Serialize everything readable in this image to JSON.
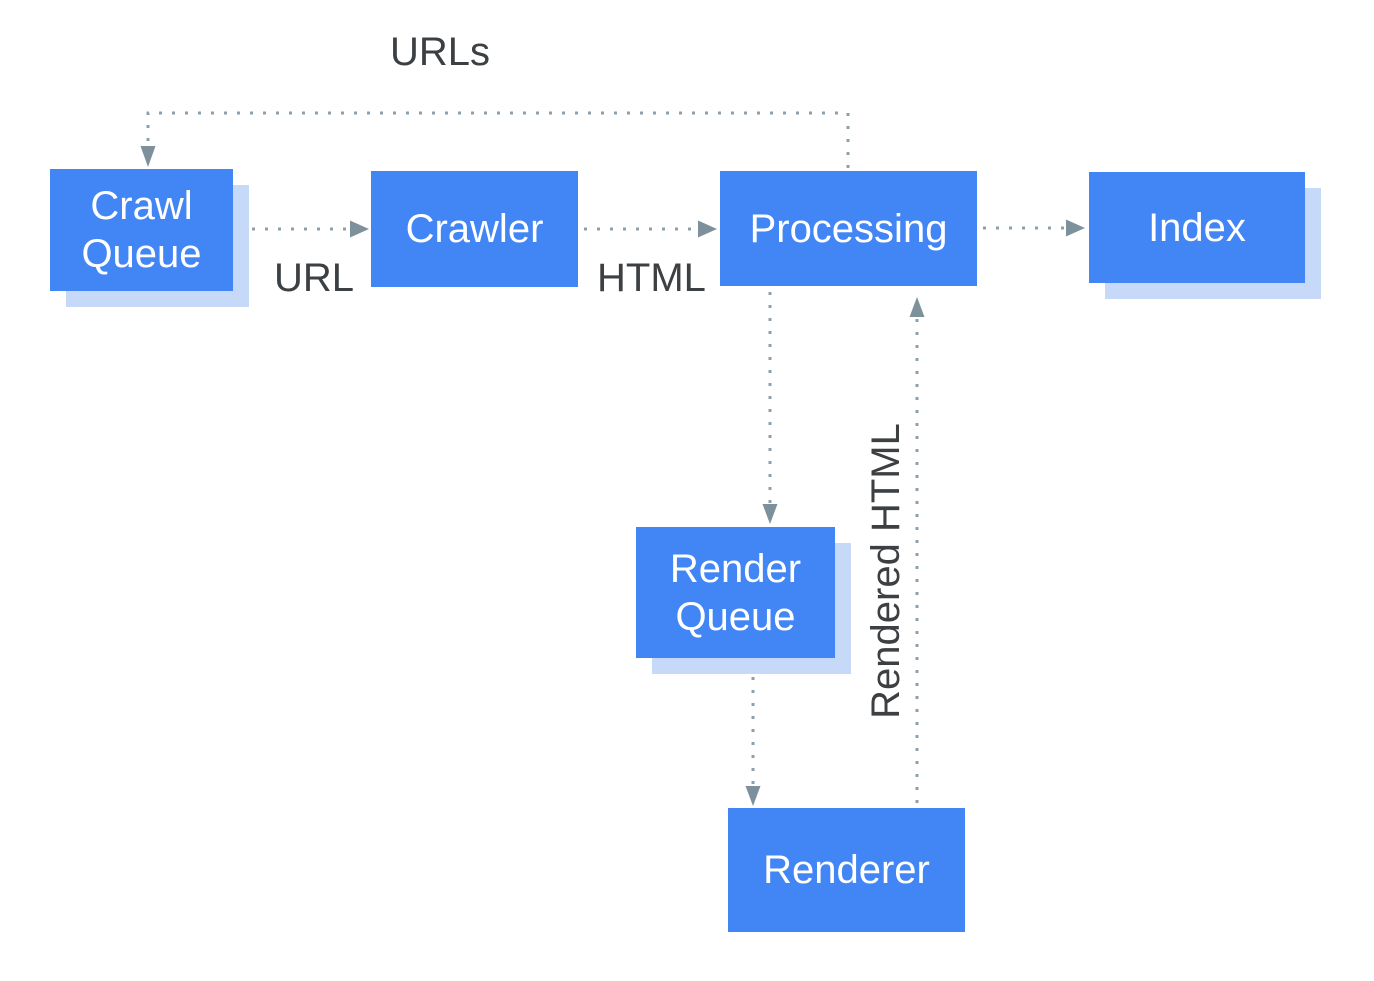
{
  "nodes": {
    "crawl_queue": {
      "label": "Crawl Queue",
      "style": "stacked"
    },
    "crawler": {
      "label": "Crawler",
      "style": "plain"
    },
    "processing": {
      "label": "Processing",
      "style": "plain"
    },
    "index": {
      "label": "Index",
      "style": "stacked"
    },
    "render_queue": {
      "label": "Render Queue",
      "style": "stacked"
    },
    "renderer": {
      "label": "Renderer",
      "style": "plain"
    }
  },
  "edges": {
    "processing_to_crawl_queue": {
      "from": "processing",
      "to": "crawl_queue",
      "label": "URLs"
    },
    "crawl_queue_to_crawler": {
      "from": "crawl_queue",
      "to": "crawler",
      "label": "URL"
    },
    "crawler_to_processing": {
      "from": "crawler",
      "to": "processing",
      "label": "HTML"
    },
    "processing_to_index": {
      "from": "processing",
      "to": "index",
      "label": ""
    },
    "processing_to_render_queue": {
      "from": "processing",
      "to": "render_queue",
      "label": ""
    },
    "render_queue_to_renderer": {
      "from": "render_queue",
      "to": "renderer",
      "label": ""
    },
    "renderer_to_processing": {
      "from": "renderer",
      "to": "processing",
      "label": "Rendered HTML"
    }
  },
  "colors": {
    "node_fill": "#4285F4",
    "node_shadow": "#C7D9F8",
    "node_text": "#FFFFFF",
    "connector": "#8CA0AC",
    "arrowhead": "#7D919D",
    "label_text": "#3C4043",
    "canvas_bg": "#FFFFFF"
  }
}
